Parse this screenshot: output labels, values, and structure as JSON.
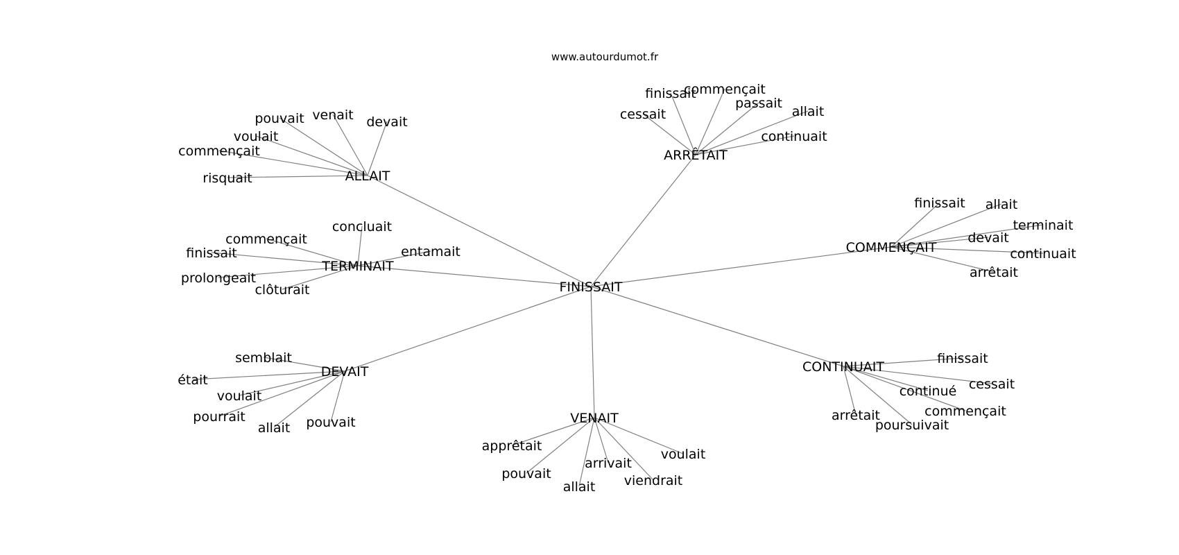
{
  "site": "www.autourdumot.fr",
  "edge_color": "#808080",
  "text_color": "#000000",
  "center": "FINISSAIT",
  "clusters": [
    {
      "hub": "ALLAIT",
      "words": [
        "pouvait",
        "venait",
        "devait",
        "voulait",
        "commençait",
        "risquait"
      ]
    },
    {
      "hub": "ARRÊTAIT",
      "words": [
        "finissait",
        "commençait",
        "cessait",
        "passait",
        "allait",
        "continuait"
      ]
    },
    {
      "hub": "COMMENÇAIT",
      "words": [
        "finissait",
        "allait",
        "terminait",
        "devait",
        "continuait",
        "arrêtait"
      ]
    },
    {
      "hub": "TERMINAIT",
      "words": [
        "concluait",
        "commençait",
        "entamait",
        "finissait",
        "prolongeait",
        "clôturait"
      ]
    },
    {
      "hub": "DEVAIT",
      "words": [
        "semblait",
        "était",
        "voulait",
        "pourrait",
        "allait",
        "pouvait"
      ]
    },
    {
      "hub": "VENAIT",
      "words": [
        "apprêtait",
        "pouvait",
        "arrivait",
        "allait",
        "viendrait",
        "voulait"
      ]
    },
    {
      "hub": "CONTINUAIT",
      "words": [
        "finissait",
        "cessait",
        "continué",
        "commençait",
        "arrêtait",
        "poursuivait"
      ]
    }
  ]
}
